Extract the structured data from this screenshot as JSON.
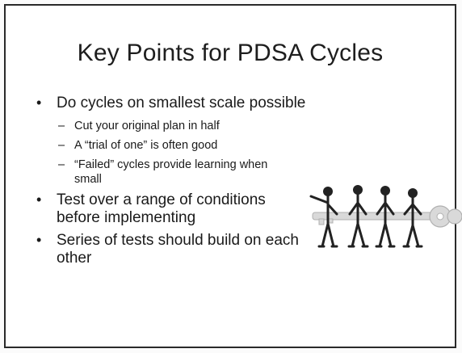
{
  "slide": {
    "title": "Key Points for PDSA Cycles",
    "bullets": [
      {
        "text": "Do cycles on smallest scale possible",
        "sub": [
          "Cut your original plan in half",
          "A “trial of one” is often good",
          "“Failed” cycles provide learning when",
          "small"
        ]
      },
      {
        "text": "Test over a range of conditions",
        "text2": "before implementing"
      },
      {
        "text": "Series of tests should build on each",
        "text2": "other"
      }
    ],
    "bullet_glyph": "•",
    "dash_glyph": "–",
    "illustration": "people-carrying-key-icon"
  }
}
